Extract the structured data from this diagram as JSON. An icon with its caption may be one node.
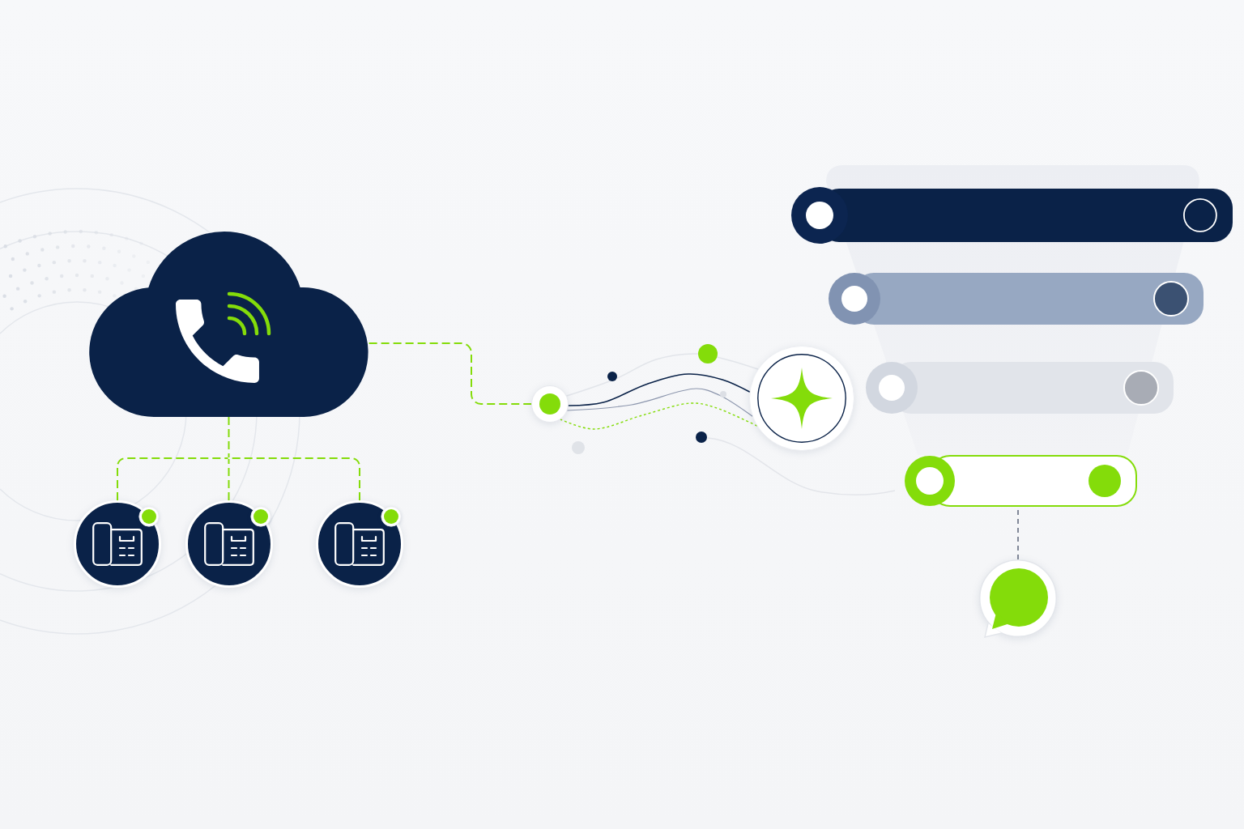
{
  "diagram": {
    "nodes": [
      {
        "text": [],
        "shape": "cloud"
      },
      {
        "text": [],
        "shape": "circle"
      },
      {
        "text": [],
        "shape": "circle"
      },
      {
        "text": [],
        "shape": "circle"
      },
      {
        "text": [],
        "shape": "circle"
      },
      {
        "text": [],
        "shape": "circle"
      },
      {
        "text": [],
        "shape": "bar"
      },
      {
        "text": [],
        "shape": "bar"
      },
      {
        "text": [],
        "shape": "bar"
      },
      {
        "text": [],
        "shape": "bar"
      },
      {
        "text": [],
        "shape": "circle"
      }
    ],
    "edges": [
      {
        "from": 0,
        "to": 1,
        "arrow": "none",
        "style": "dashed"
      },
      {
        "from": 0,
        "to": 2,
        "arrow": "none",
        "style": "dashed"
      },
      {
        "from": 0,
        "to": 3,
        "arrow": "none",
        "style": "dashed"
      },
      {
        "from": 0,
        "to": 4,
        "arrow": "none",
        "style": "dashed"
      },
      {
        "from": 4,
        "to": 5,
        "arrow": "none",
        "color": "#0a2248"
      },
      {
        "from": 4,
        "to": 5,
        "arrow": "none",
        "color": "#8c96ad"
      },
      {
        "from": 4,
        "to": 5,
        "arrow": "none",
        "style": "dashed"
      },
      {
        "from": 4,
        "to": 5,
        "arrow": "none",
        "color": "#e2e5ea"
      },
      {
        "from": 9,
        "to": 10,
        "arrow": "none",
        "style": "dashed",
        "color": "#5b6478"
      }
    ]
  }
}
